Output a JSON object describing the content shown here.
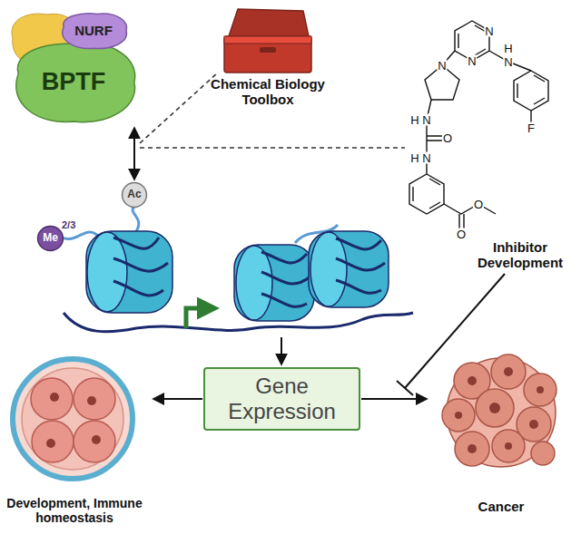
{
  "diagram": {
    "nodes": [
      {
        "text": [
          "NURF"
        ]
      },
      {
        "text": [
          "BPTF"
        ]
      },
      {
        "text": [
          "Chemical Biology Toolbox"
        ]
      },
      {
        "text": [
          "Inhibitor Development"
        ]
      },
      {
        "text": [
          "Me",
          "2/3"
        ]
      },
      {
        "text": [
          "Ac"
        ]
      },
      {
        "text": [
          "Gene Expression"
        ]
      },
      {
        "text": [
          "Development, Immune homeostasis"
        ]
      },
      {
        "text": [
          "Cancer"
        ]
      }
    ],
    "edges": [
      {
        "from": 6,
        "to": 7,
        "arrow": "to"
      },
      {
        "from": 6,
        "to": 8,
        "arrow": "to"
      }
    ],
    "labels": [
      "N",
      "N",
      "N",
      "N",
      "H",
      "F",
      "N",
      "H",
      "O",
      "N",
      "H",
      "O",
      "O"
    ]
  }
}
